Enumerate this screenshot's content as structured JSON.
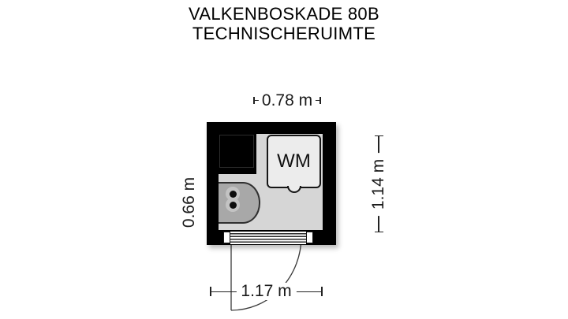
{
  "title": {
    "line1": "VALKENBOSKADE 80B",
    "line2": "TECHNISCHERUIMTE"
  },
  "plan": {
    "appliance_label": "WM",
    "dimensions": {
      "top": "0.78 m",
      "bottom": "1.17 m",
      "left": "0.66 m",
      "right": "1.14 m"
    },
    "colors": {
      "wall": "#000000",
      "floor": "#d6d6d6",
      "washing_machine": "#ececec",
      "boiler": "#a8a8a8",
      "background": "#ffffff",
      "dimension_text": "#1a1a1a"
    }
  }
}
